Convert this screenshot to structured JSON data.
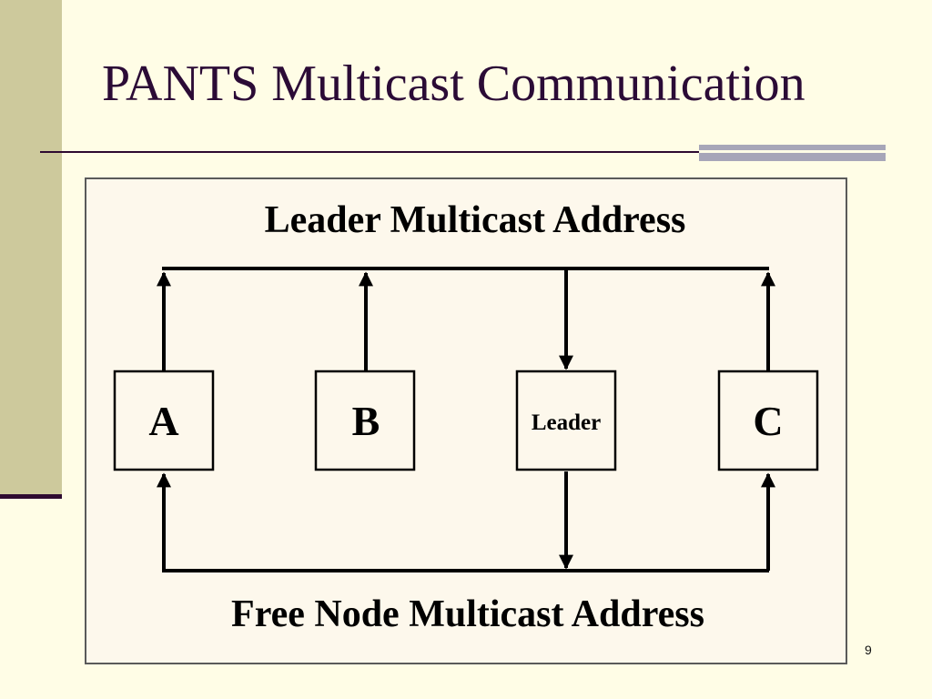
{
  "slide": {
    "title": "PANTS Multicast Communication",
    "page_number": "9"
  },
  "diagram": {
    "top_bus_label": "Leader Multicast Address",
    "bottom_bus_label": "Free Node Multicast Address",
    "nodes": [
      {
        "id": "a",
        "label": "A"
      },
      {
        "id": "b",
        "label": "B"
      },
      {
        "id": "leader",
        "label": "Leader"
      },
      {
        "id": "c",
        "label": "C"
      }
    ]
  },
  "colors": {
    "background": "#fffde6",
    "left_bar": "#cdc99c",
    "title_text": "#2b0b36",
    "accent_bar": "#a7a6b8",
    "diagram_background": "#fdf8ec"
  }
}
